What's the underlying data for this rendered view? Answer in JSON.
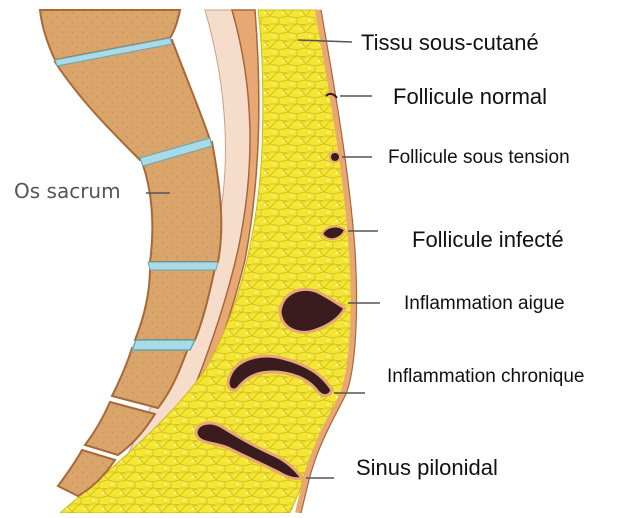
{
  "diagram": {
    "labels": {
      "os_sacrum": "Os sacrum",
      "tissu_sous_cutane": "Tissu sous-cutané",
      "follicule_normal": "Follicule normal",
      "follicule_sous_tension": "Follicule sous tension",
      "follicule_infecte": "Follicule infecté",
      "inflammation_aigue": "Inflammation aigue",
      "inflammation_chronique": "Inflammation chronique",
      "sinus_pilonidal": "Sinus pilonidal"
    },
    "colors": {
      "bone": "#d9a56b",
      "bone_outline": "#a8683a",
      "disc": "#a9dbe6",
      "fat": "#f5e535",
      "fat_outline": "#cbbd1e",
      "skin": "#e8a874",
      "skin_pale": "#f6dccb",
      "lesion": "#3a1c1e",
      "leader": "#555555"
    }
  }
}
